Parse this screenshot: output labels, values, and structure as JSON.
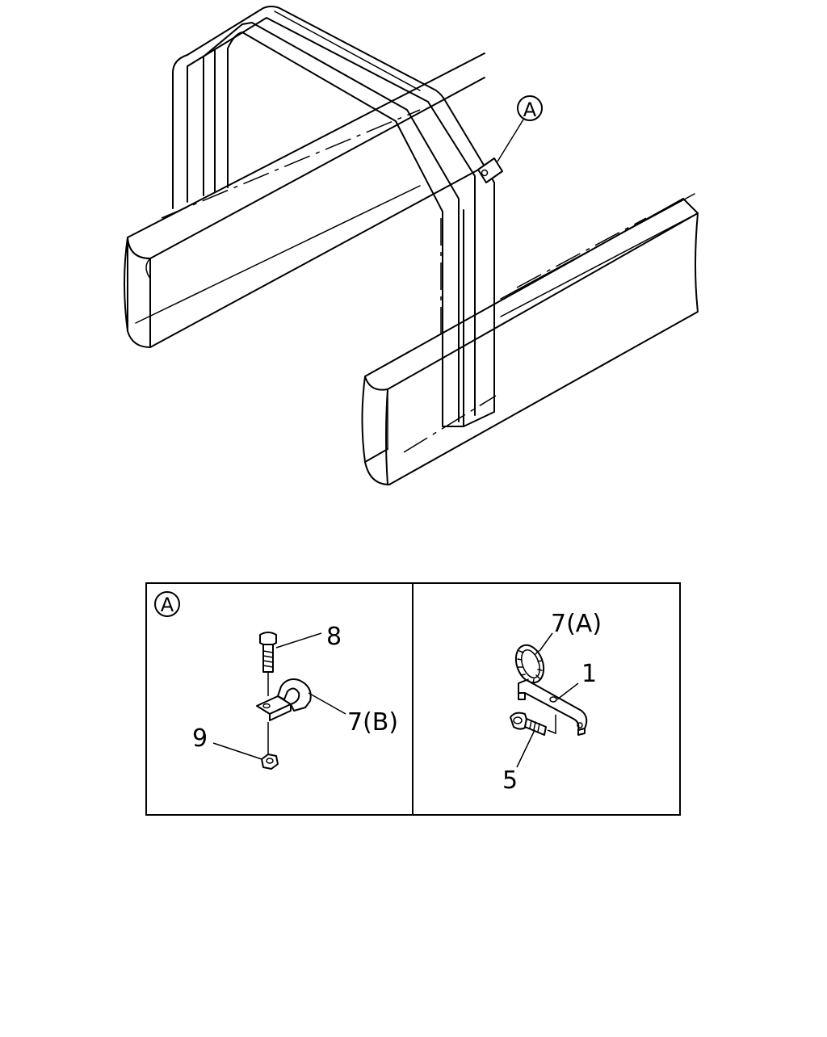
{
  "callout_main": "A",
  "detail_left": {
    "tag": "A",
    "labels": {
      "bolt": "8",
      "clip": "7(B)",
      "nut": "9"
    }
  },
  "detail_right": {
    "labels": {
      "band": "7(A)",
      "bracket": "1",
      "bolt": "5"
    }
  },
  "colors": {
    "line": "#000000",
    "background": "#ffffff"
  }
}
